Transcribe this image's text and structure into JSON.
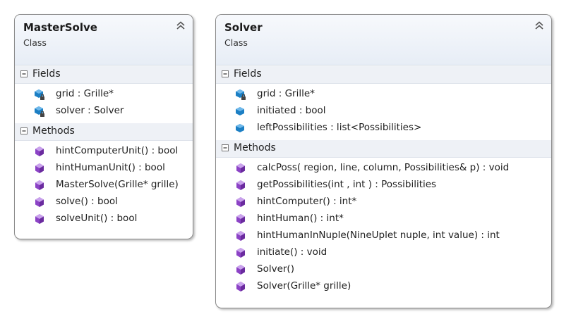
{
  "classes": [
    {
      "name": "MasterSolve",
      "kind": "Class",
      "sections": [
        {
          "label": "Fields",
          "members": [
            {
              "icon": "private-field-icon",
              "text": "grid : Grille*"
            },
            {
              "icon": "private-field-icon",
              "text": "solver : Solver"
            }
          ]
        },
        {
          "label": "Methods",
          "members": [
            {
              "icon": "method-icon",
              "text": "hintComputerUnit() : bool"
            },
            {
              "icon": "method-icon",
              "text": "hintHumanUnit() : bool"
            },
            {
              "icon": "method-icon",
              "text": "MasterSolve(Grille* grille)"
            },
            {
              "icon": "method-icon",
              "text": "solve() : bool"
            },
            {
              "icon": "method-icon",
              "text": "solveUnit() : bool"
            }
          ]
        }
      ]
    },
    {
      "name": "Solver",
      "kind": "Class",
      "sections": [
        {
          "label": "Fields",
          "members": [
            {
              "icon": "private-field-icon",
              "text": "grid : Grille*"
            },
            {
              "icon": "field-icon",
              "text": "initiated : bool"
            },
            {
              "icon": "field-icon",
              "text": "leftPossibilities : list<Possibilities>"
            }
          ]
        },
        {
          "label": "Methods",
          "members": [
            {
              "icon": "method-icon",
              "text": "calcPoss( region,  line,  column, Possibilities& p) : void"
            },
            {
              "icon": "method-icon",
              "text": "getPossibilities(int , int ) : Possibilities"
            },
            {
              "icon": "method-icon",
              "text": "hintComputer() : int*"
            },
            {
              "icon": "method-icon",
              "text": "hintHuman() : int*"
            },
            {
              "icon": "method-icon",
              "text": "hintHumanInNuple(NineUplet nuple, int value) : int"
            },
            {
              "icon": "method-icon",
              "text": "initiate() : void"
            },
            {
              "icon": "method-icon",
              "text": "Solver()"
            },
            {
              "icon": "method-icon",
              "text": "Solver(Grille* grille)"
            }
          ]
        }
      ]
    }
  ],
  "colors": {
    "field": "#1c7fc4",
    "method": "#8c43c6",
    "lock": "#444444"
  }
}
